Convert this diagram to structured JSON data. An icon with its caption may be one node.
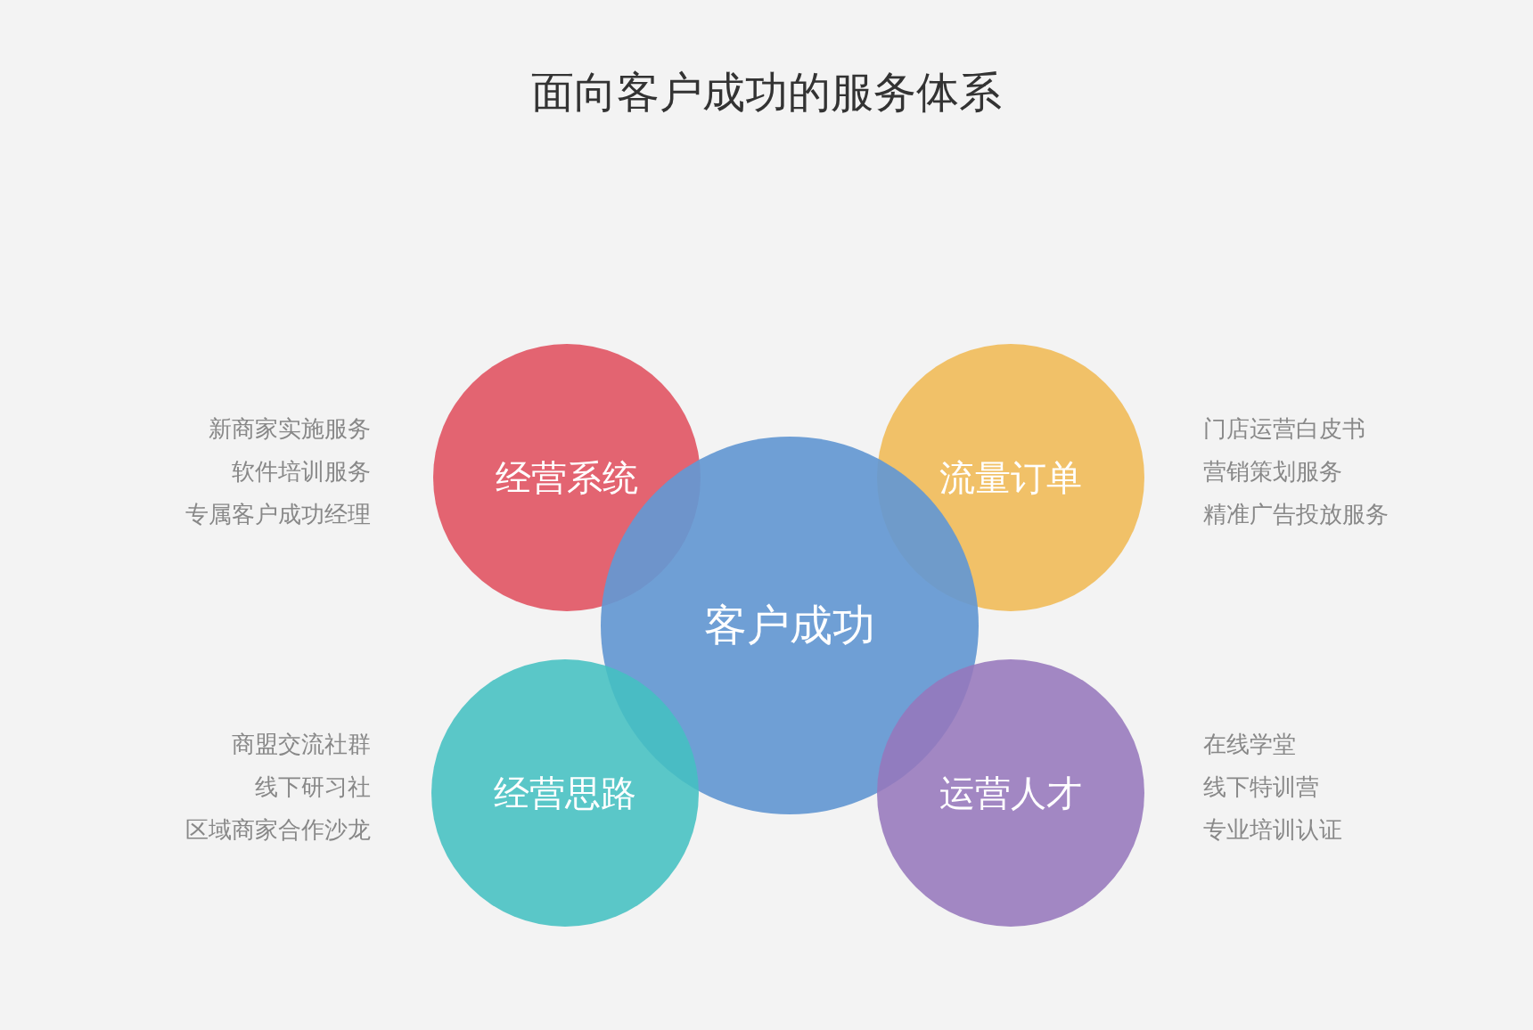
{
  "diagram": {
    "title": "面向客户成功的服务体系",
    "nodes": [
      {
        "text": [
          "经营系统"
        ],
        "beside": [
          "新商家实施服务",
          "软件培训服务",
          "专属客户成功经理"
        ]
      },
      {
        "text": [
          "流量订单"
        ],
        "beside": [
          "门店运营白皮书",
          "营销策划服务",
          "精准广告投放服务"
        ]
      },
      {
        "text": [
          "客户成功"
        ]
      },
      {
        "text": [
          "经营思路"
        ],
        "beside": [
          "商盟交流社群",
          "线下研习社",
          "区域商家合作沙龙"
        ]
      },
      {
        "text": [
          "运营人才"
        ],
        "beside": [
          "在线学堂",
          "线下特训营",
          "专业培训认证"
        ]
      }
    ]
  }
}
